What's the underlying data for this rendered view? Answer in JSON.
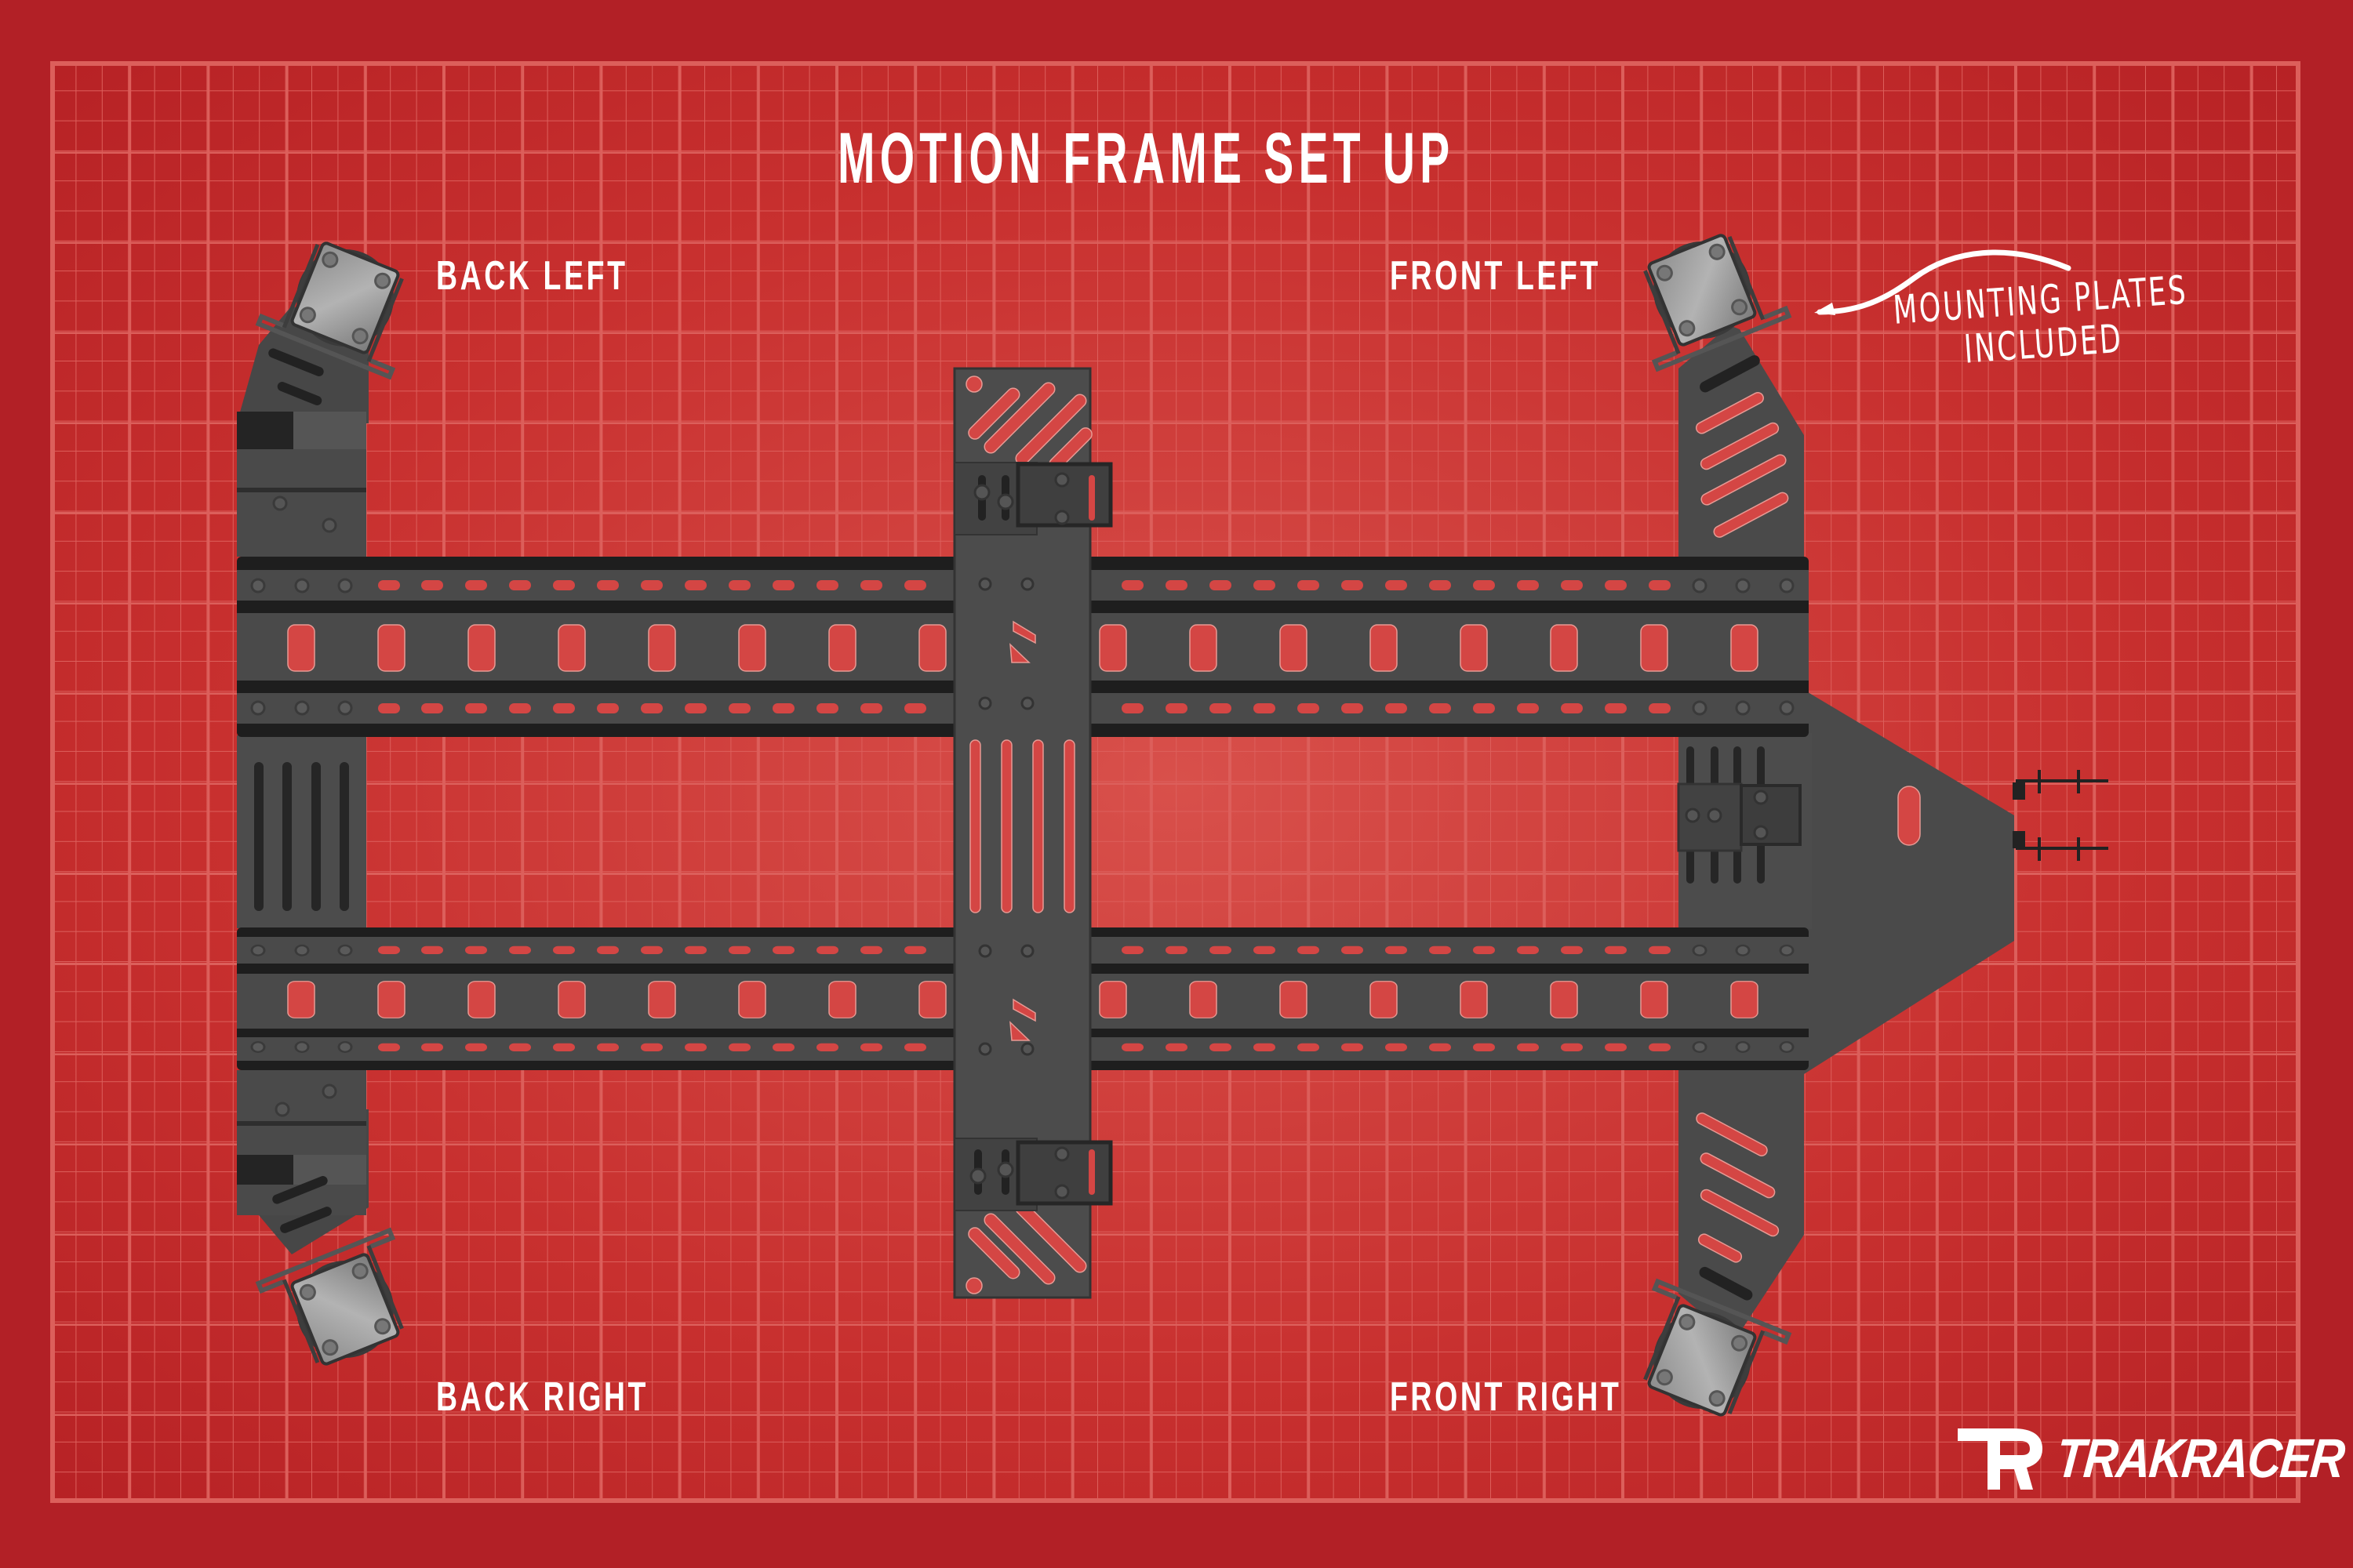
{
  "title": "MOTION FRAME SET UP",
  "corners": {
    "back_left": "BACK LEFT",
    "front_left": "FRONT LEFT",
    "back_right": "BACK RIGHT",
    "front_right": "FRONT RIGHT"
  },
  "annotation": {
    "line1": "MOUNTING PLATES",
    "line2": "INCLUDED",
    "arrow": "curved-arrow-pointing-to-front-left-mount"
  },
  "brand": {
    "mark": "TR",
    "name": "TRAKRACER"
  },
  "colors": {
    "border": "#b22026",
    "grid_bg_center": "#d44a46",
    "grid_bg_edge": "#bb2426",
    "grid_line": "#dc5f5b",
    "frame_steel": "#4a4a4a",
    "frame_dark": "#1e1e1e",
    "actuator_plate": "#9a9a9a",
    "text": "#ffffff"
  },
  "components": [
    {
      "name": "upper-main-rail"
    },
    {
      "name": "lower-main-rail"
    },
    {
      "name": "center-seat-crossmember"
    },
    {
      "name": "rear-crossmember"
    },
    {
      "name": "front-nose-bracket"
    },
    {
      "name": "actuator-back-left"
    },
    {
      "name": "actuator-front-left"
    },
    {
      "name": "actuator-back-right"
    },
    {
      "name": "actuator-front-right"
    }
  ]
}
